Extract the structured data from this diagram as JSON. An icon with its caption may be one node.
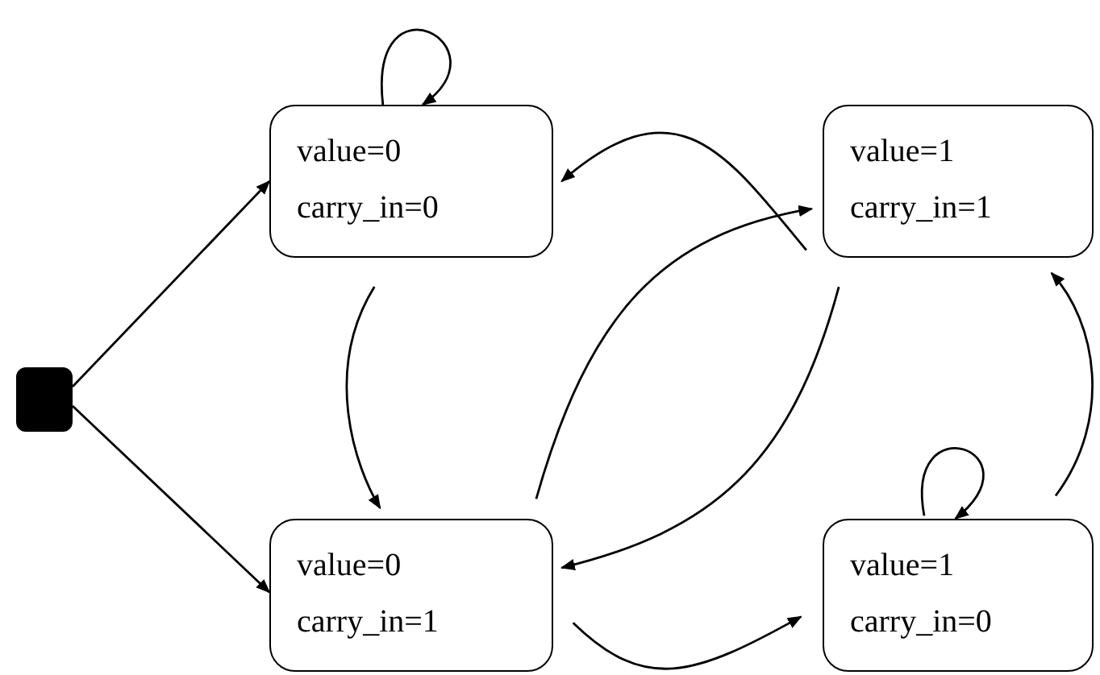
{
  "diagram": {
    "nodes": [
      {
        "text": [],
        "shape": "box"
      },
      {
        "text": [
          "value=0",
          "carry_in=0"
        ]
      },
      {
        "text": [
          "value=1",
          "carry_in=1"
        ]
      },
      {
        "text": [
          "value=0",
          "carry_in=1"
        ]
      },
      {
        "text": [
          "value=1",
          "carry_in=0"
        ]
      }
    ],
    "edges": [
      {
        "from": 0,
        "to": 1,
        "arrow": "to"
      },
      {
        "from": 0,
        "to": 3,
        "arrow": "to"
      },
      {
        "from": 1,
        "to": 1,
        "arrow": "to"
      },
      {
        "from": 2,
        "to": 1,
        "arrow": "to"
      },
      {
        "from": 1,
        "to": 3,
        "arrow": "to"
      },
      {
        "from": 3,
        "to": 2,
        "arrow": "to"
      },
      {
        "from": 2,
        "to": 3,
        "arrow": "to"
      },
      {
        "from": 3,
        "to": 4,
        "arrow": "to"
      },
      {
        "from": 4,
        "to": 4,
        "arrow": "to"
      },
      {
        "from": 4,
        "to": 2,
        "arrow": "to"
      }
    ]
  }
}
